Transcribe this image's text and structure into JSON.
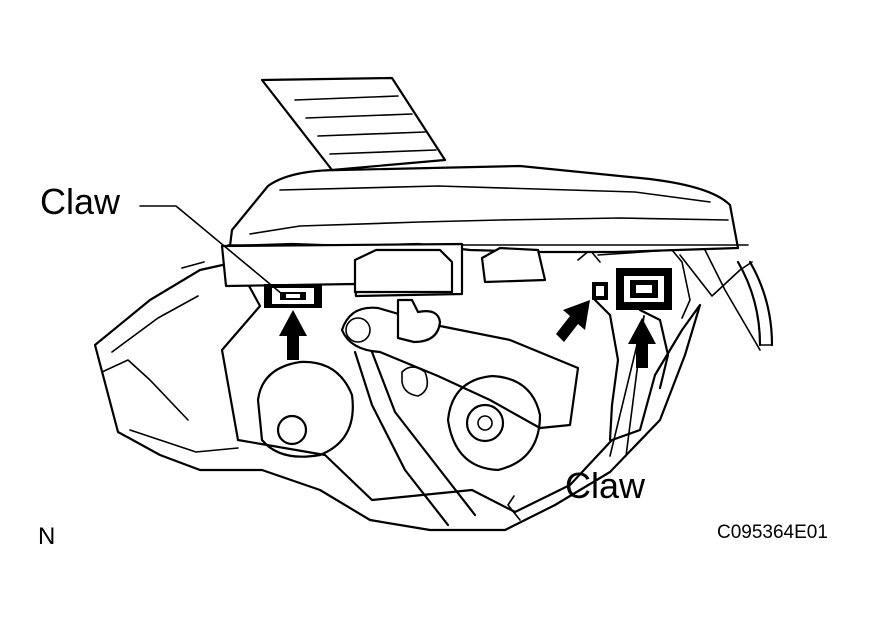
{
  "labels": {
    "claw_left": "Claw",
    "claw_right": "Claw",
    "corner_mark": "N",
    "figure_code": "C095364E01"
  },
  "icons": [
    "arrow-up-icon",
    "arrow-up-right-icon",
    "arrow-up-icon"
  ],
  "colors": {
    "ink": "#000000",
    "paper": "#ffffff"
  }
}
